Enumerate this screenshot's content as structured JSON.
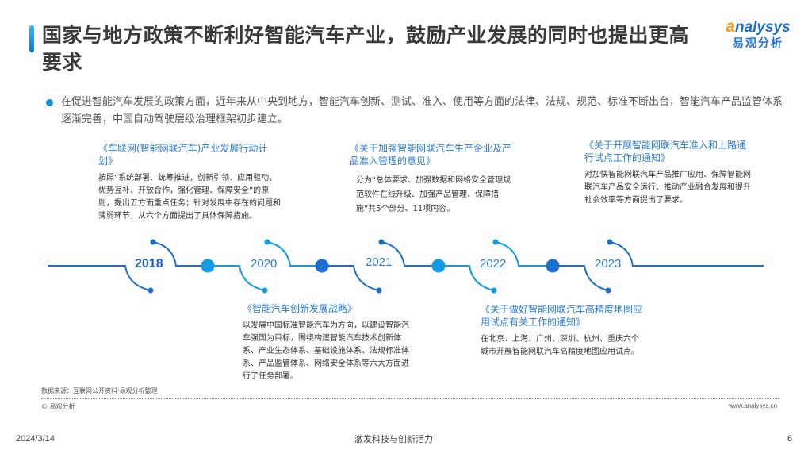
{
  "header": {
    "title": "国家与地方政策不断利好智能汽车产业，鼓励产业发展的同时也提出更高要求",
    "logo_en_initial": "a",
    "logo_en_rest": "nalysys",
    "logo_cn": "易观分析"
  },
  "intro": {
    "text": "在促进智能汽车发展的政策方面，近年来从中央到地方，智能汽车创新、测试、准入、使用等方面的法律、法规、规范、标准不断出台，智能汽车产品监管体系逐渐完善，中国自动驾驶层级治理框架初步建立。"
  },
  "timeline": {
    "colors": {
      "primary": "#1c6fd1",
      "secondary": "#0f9be6"
    },
    "years": [
      "2018",
      "2020",
      "2021",
      "2022",
      "2023"
    ],
    "cards": [
      {
        "year": "2018",
        "title": "《车联网(智能网联汽车)产业发展行动计划》",
        "body": "按照“系统部署、统筹推进，创新引领、应用驱动，优势互补、开放合作，强化管理、保障安全”的原则，提出五方面重点任务；针对发展中存在的问题和薄弱环节，从六个方面提出了具体保障措施。"
      },
      {
        "year": "2020",
        "title": "《智能汽车创新发展战略》",
        "body": "以发展中国标准智能汽车为方向，以建设智能汽车强国为目标，围绕构建智能汽车技术创新体系、产业生态体系、基础设施体系、法规标准体系、产品监管体系、网络安全体系等六大方面进行了任务部署。"
      },
      {
        "year": "2021",
        "title": "《关于加强智能网联汽车生产企业及产品准入管理的意见》",
        "body": "分为“总体要求、加强数据和网络安全管理规范软件在线升级、加强产品管理、保障措施”共5个部分、11项内容。"
      },
      {
        "year": "2022",
        "title": "《关于做好智能网联汽车高精度地图应用试点有关工作的通知》",
        "body": "在北京、上海、广州、深圳、杭州、重庆六个城市开展智能网联汽车高精度地图应用试点。"
      },
      {
        "year": "2023",
        "title": "《关于开展智能网联汽车准入和上路通行试点工作的通知》",
        "body": "对加快智能网联汽车产品推广应用、保障智能网联汽车产品安全运行、推动产业融合发展和提升社会效率等方面提出了要求。"
      }
    ]
  },
  "footer": {
    "source": "数据来源：互联网公开资料·易观分析整理",
    "copyright": "© 易观分析",
    "website": "www.analysys.cn",
    "date": "2024/3/14",
    "slogan": "激发科技与创新活力",
    "page_number": "6"
  }
}
